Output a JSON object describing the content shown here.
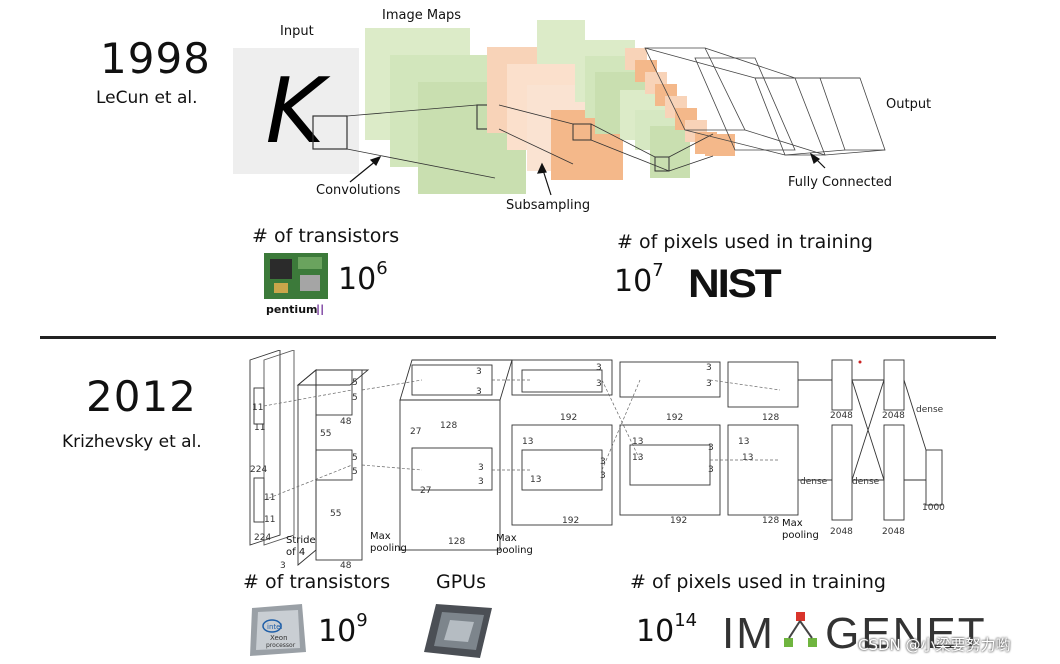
{
  "lenet": {
    "year": "1998",
    "authors": "LeCun et al.",
    "labels": {
      "input": "Input",
      "image_maps": "Image Maps",
      "convolutions": "Convolutions",
      "subsampling": "Subsampling",
      "fully_connected": "Fully Connected",
      "output": "Output"
    },
    "input_glyph": "K",
    "transistors": {
      "label": "# of transistors",
      "base": "10",
      "exp": "6",
      "chip_brand": "pentium",
      "chip_suffix": "II"
    },
    "pixels": {
      "label": "# of pixels used in training",
      "base": "10",
      "exp": "7",
      "logo": "NIST"
    }
  },
  "alexnet": {
    "year": "2012",
    "authors": "Krizhevsky et al.",
    "labels": {
      "stride": "Stride",
      "of4": "of 4",
      "max_pooling": "Max",
      "pooling": "pooling",
      "dense": "dense"
    },
    "numbers": {
      "n224": "224",
      "n11": "11",
      "n3": "3",
      "n55": "55",
      "n48": "48",
      "n5": "5",
      "n27": "27",
      "n128": "128",
      "n13": "13",
      "n192": "192",
      "n2048": "2048",
      "n1000": "1000"
    },
    "transistors": {
      "label": "# of transistors",
      "base": "10",
      "exp": "9",
      "chip_brand": "intel",
      "chip_line1": "Xeon",
      "chip_line2": "processor"
    },
    "gpus": {
      "label": "GPUs"
    },
    "pixels": {
      "label": "# of pixels used in training",
      "base": "10",
      "exp": "14",
      "logo_left": "IM",
      "logo_right": "GENET"
    }
  },
  "watermark": "CSDN @小梁要努力哟",
  "colors": {
    "green": "#c9dfb0",
    "green_light": "#dcebc8",
    "orange": "#f4b88a",
    "orange_light": "#f8d3b8",
    "gray_box": "#eeeeee",
    "divider": "#222222",
    "imagenet_red": "#d9342b",
    "imagenet_green": "#6fb53f"
  }
}
